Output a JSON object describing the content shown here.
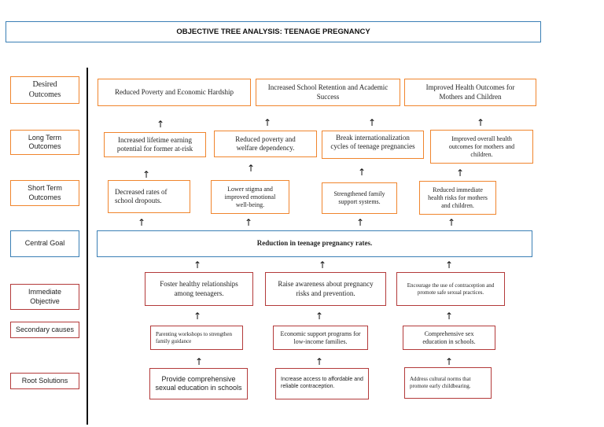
{
  "title": "OBJECTIVE TREE ANALYSIS: TEENAGE PREGNANCY",
  "rows": {
    "desired": "Desired Outcomes",
    "long": "Long Term Outcomes",
    "short": "Short Term Outcomes",
    "central": "Central Goal",
    "immediate": "Immediate Objective",
    "secondary": "Secondary causes",
    "root": "Root Solutions"
  },
  "desired_outcomes": [
    "Reduced Poverty and Economic Hardship",
    "Increased School Retention and Academic Success",
    "Improved Health Outcomes for Mothers and Children"
  ],
  "long_term_outcomes": [
    "Increased lifetime earning potential for former at-risk",
    "Reduced poverty and welfare dependency.",
    "Break internationalization cycles of teenage pregnancies",
    "Improved overall health outcomes for mothers and children."
  ],
  "short_term_outcomes": [
    "Decreased rates of school dropouts.",
    "Lower stigma and improved emotional well-being.",
    "Strengthened family support systems.",
    "Reduced immediate health risks for mothers and children."
  ],
  "central_goal": "Reduction in teenage pregnancy rates.",
  "immediate_objectives": [
    "Foster healthy relationships among teenagers.",
    "Raise awareness about pregnancy risks and prevention.",
    "Encourage the use of contraception and promote safe sexual practices."
  ],
  "secondary_causes": [
    "Parenting workshops to strengthen family guidance",
    "Economic support programs for low-income families.",
    "Comprehensive sex education in schools."
  ],
  "root_solutions": [
    "Provide comprehensive sexual education in schools",
    "Increase access to affordable and reliable contraception.",
    "Address cultural norms that promote early childbearing."
  ],
  "arrow_glyph": "↑",
  "colors": {
    "outcome": "#f0852d",
    "goal": "#3a7fb5",
    "cause": "#b33a3a"
  }
}
